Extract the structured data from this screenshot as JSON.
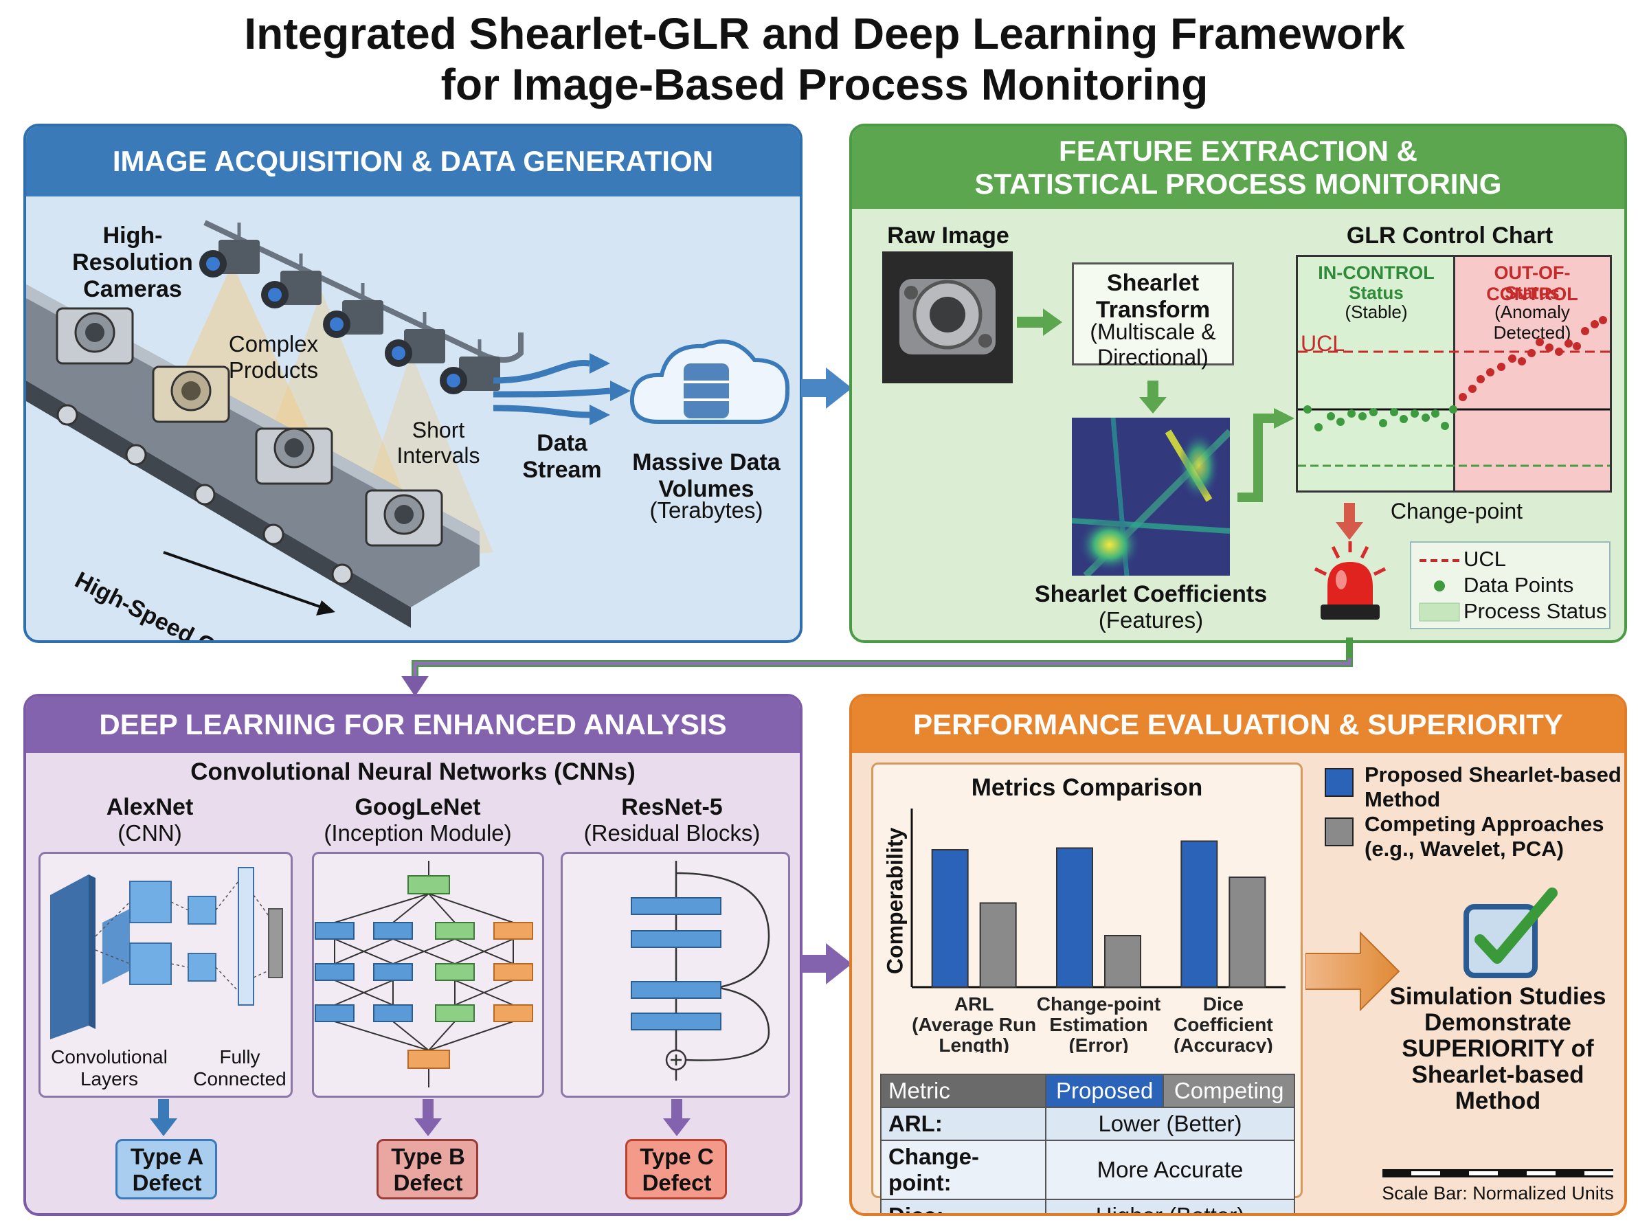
{
  "title": {
    "line1": "Integrated Shearlet-GLR and  Deep Learning Framework",
    "line2": "for Image-Based Process Monitoring"
  },
  "colors": {
    "blue": "#2f6fad",
    "green": "#4b9a45",
    "purple": "#7b5aa6",
    "orange": "#e07b27",
    "bar_proposed": "#2a63b8",
    "bar_competing": "#8a8a8a"
  },
  "acquisition": {
    "header": "IMAGE ACQUISITION & DATA GENERATION",
    "cameras": "High-Resolution Cameras",
    "products": "Complex Products",
    "intervals": "Short Intervals",
    "conveyor": "High-Speed Conveyor",
    "stream": "Data Stream",
    "volumes_title": "Massive Data Volumes",
    "volumes_sub": "(Terabytes)"
  },
  "feature": {
    "header_line1": "FEATURE EXTRACTION &",
    "header_line2": "STATISTICAL PROCESS MONITORING",
    "raw_image": "Raw Image",
    "transform_title": "Shearlet Transform",
    "transform_sub": "(Multiscale & Directional)",
    "coeff_title": "Shearlet Coefficients",
    "coeff_sub": "(Features)",
    "glr_title": "GLR Control Chart",
    "in_control": "IN-CONTROL",
    "in_status": "Status",
    "in_sub": "(Stable)",
    "out_control": "OUT-OF-CONTROL",
    "out_status": "Status",
    "out_sub": "(Anomaly Detected)",
    "ucl": "UCL",
    "change_point": "Change-point",
    "legend": [
      "UCL",
      "Data Points",
      "Process Status"
    ]
  },
  "deep": {
    "header": "DEEP LEARNING FOR ENHANCED ANALYSIS",
    "cnn_title": "Convolutional Neural Networks (CNNs)",
    "nets": [
      {
        "name": "AlexNet",
        "sub": "(CNN)"
      },
      {
        "name": "GoogLeNet",
        "sub": "(Inception Module)"
      },
      {
        "name": "ResNet-5",
        "sub": "(Residual Blocks)"
      }
    ],
    "alex_conv": "Convolutional Layers",
    "alex_fc": "Fully Connected",
    "defects": [
      "Type A Defect",
      "Type B Defect",
      "Type C Defect"
    ]
  },
  "performance": {
    "header": "PERFORMANCE EVALUATION & SUPERIORITY",
    "legend_proposed": "Proposed Shearlet-based Method",
    "legend_competing": "Competing Approaches (e.g., Wavelet, PCA)",
    "conclusion": [
      "Simulation Studies",
      "Demonstrate",
      "SUPERIORITY of",
      "Shearlet-based",
      "Method"
    ],
    "scale_bar": "Scale Bar: Normalized Units",
    "table": {
      "headers": [
        "Metric",
        "Proposed",
        "Competing"
      ],
      "rows": [
        {
          "metric": "ARL:",
          "value": "Lower (Better)"
        },
        {
          "metric": "Change-point:",
          "value": "More Accurate"
        },
        {
          "metric": "Dice:",
          "value": "Higher (Better)"
        }
      ]
    }
  },
  "chart_data": {
    "type": "bar",
    "title": "Metrics Comparison",
    "ylabel": "Comperability",
    "xlabel": "",
    "categories": [
      "ARL (Average Run Length)",
      "Change-point Estimation (Error)",
      "Dice Coefficient (Accuracy)"
    ],
    "category_lines": [
      [
        "ARL",
        "(Average Run",
        "Length)"
      ],
      [
        "Change-point",
        "Estimation",
        "(Error)"
      ],
      [
        "Dice",
        "Coefficient",
        "(Accuracy)"
      ]
    ],
    "series": [
      {
        "name": "Proposed Shearlet-based Method",
        "values": [
          0.8,
          0.81,
          0.85
        ]
      },
      {
        "name": "Competing Approaches (e.g., Wavelet, PCA)",
        "values": [
          0.49,
          0.3,
          0.64
        ]
      }
    ],
    "ylim": [
      0,
      1
    ],
    "grid": false,
    "legend": "right"
  }
}
